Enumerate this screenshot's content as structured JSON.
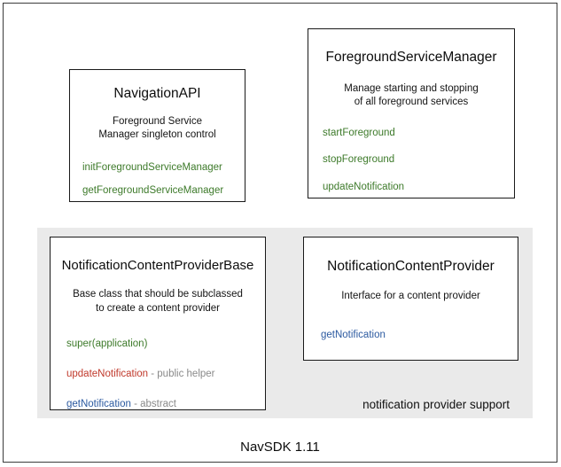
{
  "diagram": {
    "footer_caption": "NavSDK 1.11",
    "group": {
      "label": "notification provider support"
    },
    "colors": {
      "green": "#3d7a2a",
      "red": "#c0392b",
      "blue": "#2c5aa0",
      "note_gray": "#8a8a8a",
      "panel_gray": "#eaeaea",
      "border": "#1a1a1a"
    },
    "boxes": {
      "navigation_api": {
        "title": "NavigationAPI",
        "desc_line1": "Foreground Service",
        "desc_line2": "Manager singleton control",
        "members": [
          {
            "name": "initForegroundServiceManager",
            "note": ""
          },
          {
            "name": "getForegroundServiceManager",
            "note": ""
          }
        ]
      },
      "foreground_service_manager": {
        "title": "ForegroundServiceManager",
        "desc_line1": "Manage starting and stopping",
        "desc_line2": "of all foreground services",
        "members": [
          {
            "name": "startForeground",
            "note": ""
          },
          {
            "name": "stopForeground",
            "note": ""
          },
          {
            "name": "updateNotification",
            "note": ""
          }
        ]
      },
      "notification_content_provider_base": {
        "title": "NotificationContentProviderBase",
        "desc_line1": "Base class that should be subclassed",
        "desc_line2": "to create a content provider",
        "members": [
          {
            "name": "super(application)",
            "note": ""
          },
          {
            "name": "updateNotification",
            "note": " - public helper"
          },
          {
            "name": "getNotification",
            "note": " - abstract"
          }
        ]
      },
      "notification_content_provider": {
        "title": "NotificationContentProvider",
        "desc_line1": "Interface for a content provider",
        "desc_line2": "",
        "members": [
          {
            "name": "getNotification",
            "note": ""
          }
        ]
      }
    }
  }
}
